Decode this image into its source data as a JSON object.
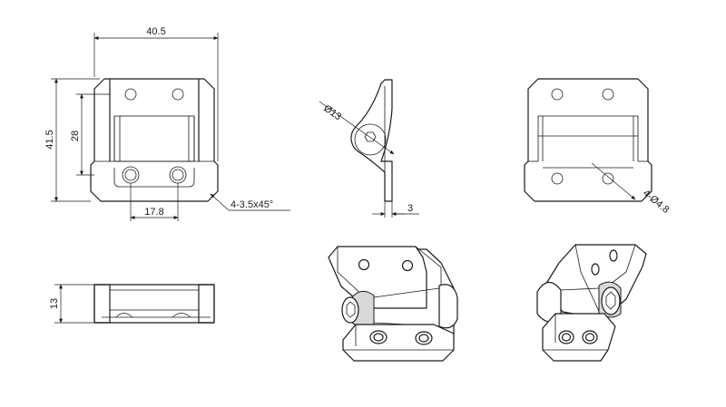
{
  "dimensions": {
    "width_total": "40.5",
    "height_total": "41.5",
    "inner_height": "28",
    "hole_spacing": "17.8",
    "chamfer": "4-3.5x45°",
    "pin_diameter": "Ø13",
    "plate_thickness": "3",
    "hole_diameter": "4-Ø4.8",
    "side_thickness": "13"
  }
}
